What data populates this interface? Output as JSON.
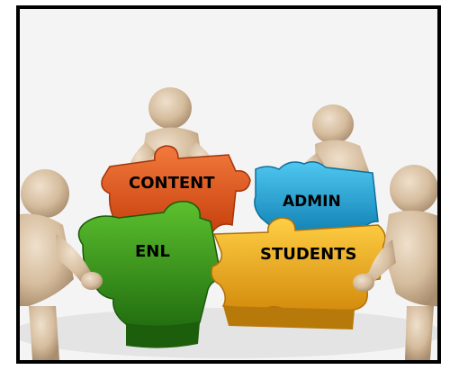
{
  "image": {
    "subject": "puzzle-collaboration-illustration"
  },
  "pieces": [
    {
      "id": "content",
      "label": "CONTENT",
      "color": "#e8541a"
    },
    {
      "id": "admin",
      "label": "ADMIN",
      "color": "#1aa6dc"
    },
    {
      "id": "enl",
      "label": "ENL",
      "color": "#3a9a1e"
    },
    {
      "id": "students",
      "label": "STUDENTS",
      "color": "#f2b11c"
    }
  ],
  "colors": {
    "frame": "#000000",
    "figure": "#d9c2a7",
    "figure_shadow": "#b89e80",
    "background": "#f4f4f4"
  }
}
